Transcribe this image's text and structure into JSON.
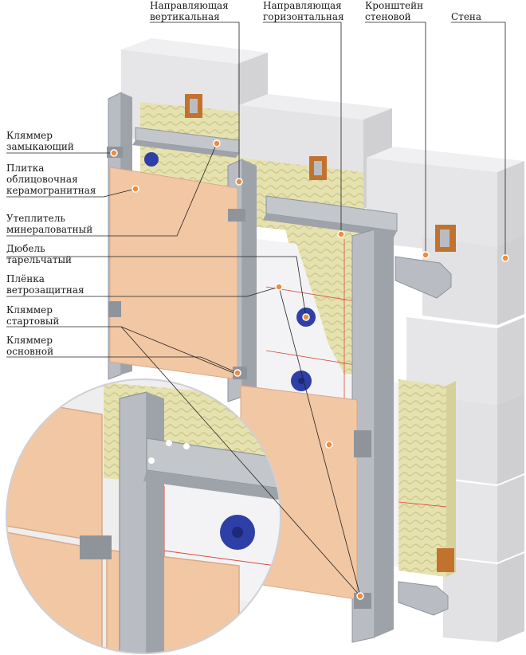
{
  "labels": {
    "klyammer_zamykayushchiy": [
      "Кляммер",
      "замыкающий"
    ],
    "plitka": [
      "Плитка",
      "облицовочная",
      "керамогранитная"
    ],
    "uteplitel": [
      "Утеплитель",
      "минераловатный"
    ],
    "dyubel": [
      "Дюбель",
      "тарельчатый"
    ],
    "plenka": [
      "Плёнка",
      "ветрозащитная"
    ],
    "klyammer_startovyy": [
      "Кляммер",
      "стартовый"
    ],
    "klyammer_osnovnoy": [
      "Кляммер",
      "основной"
    ],
    "napravlyayushchaya_vertikalnaya": [
      "Направляющая",
      "вертикальная"
    ],
    "napravlyayushchaya_gorizontalnaya": [
      "Направляющая",
      "горизонтальная"
    ],
    "kronshteyn": [
      "Кронштейн",
      "стеновой"
    ],
    "stena": [
      "Стена"
    ]
  },
  "colors": {
    "wall_block": "#e4e4e6",
    "wall_joint": "#c9c9cc",
    "tile": "#f2c7a4",
    "tile_edge": "#d9a987",
    "insulation": "#e6e2b0",
    "membrane": "#f3f3f5",
    "metal": "#b9bdc3",
    "metal_dark": "#8f949b",
    "bracket_pad": "#c2722f",
    "dowel": "#2f3fa8",
    "marker": "#ef8b3c",
    "leader": "#222222"
  }
}
